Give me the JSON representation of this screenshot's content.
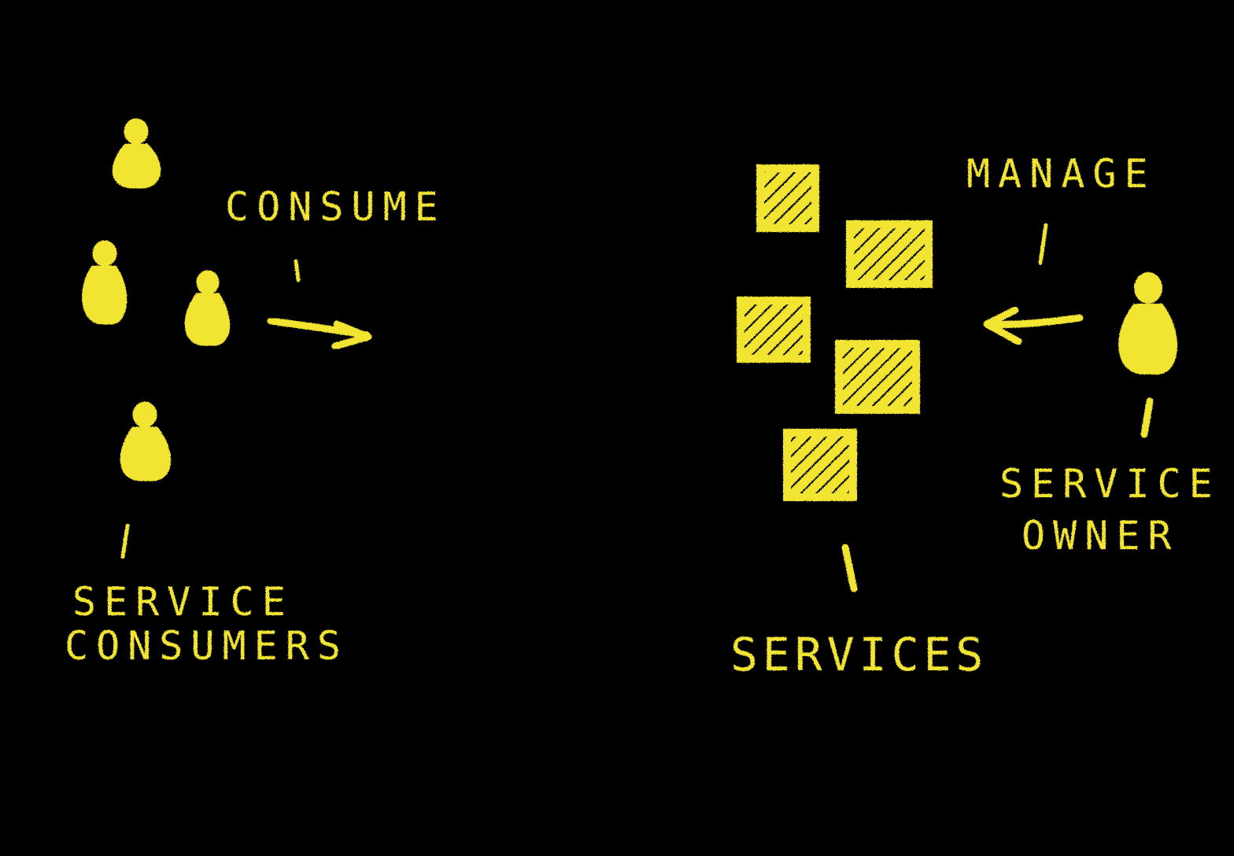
{
  "diagram": {
    "stroke_color": "#f2e531",
    "background_color": "#000000",
    "labels": {
      "consume": "CONSUME",
      "manage": "MANAGE",
      "service_consumers_line1": "SERVICE",
      "service_consumers_line2": "CONSUMERS",
      "service_owner_line1": "SERVICE",
      "service_owner_line2": "OWNER",
      "services": "SERVICES"
    },
    "icons": {
      "consumer": "person-icon",
      "owner": "person-icon",
      "service": "service-box-icon",
      "arrow_right": "arrow-right-icon",
      "arrow_left": "arrow-left-icon"
    }
  }
}
